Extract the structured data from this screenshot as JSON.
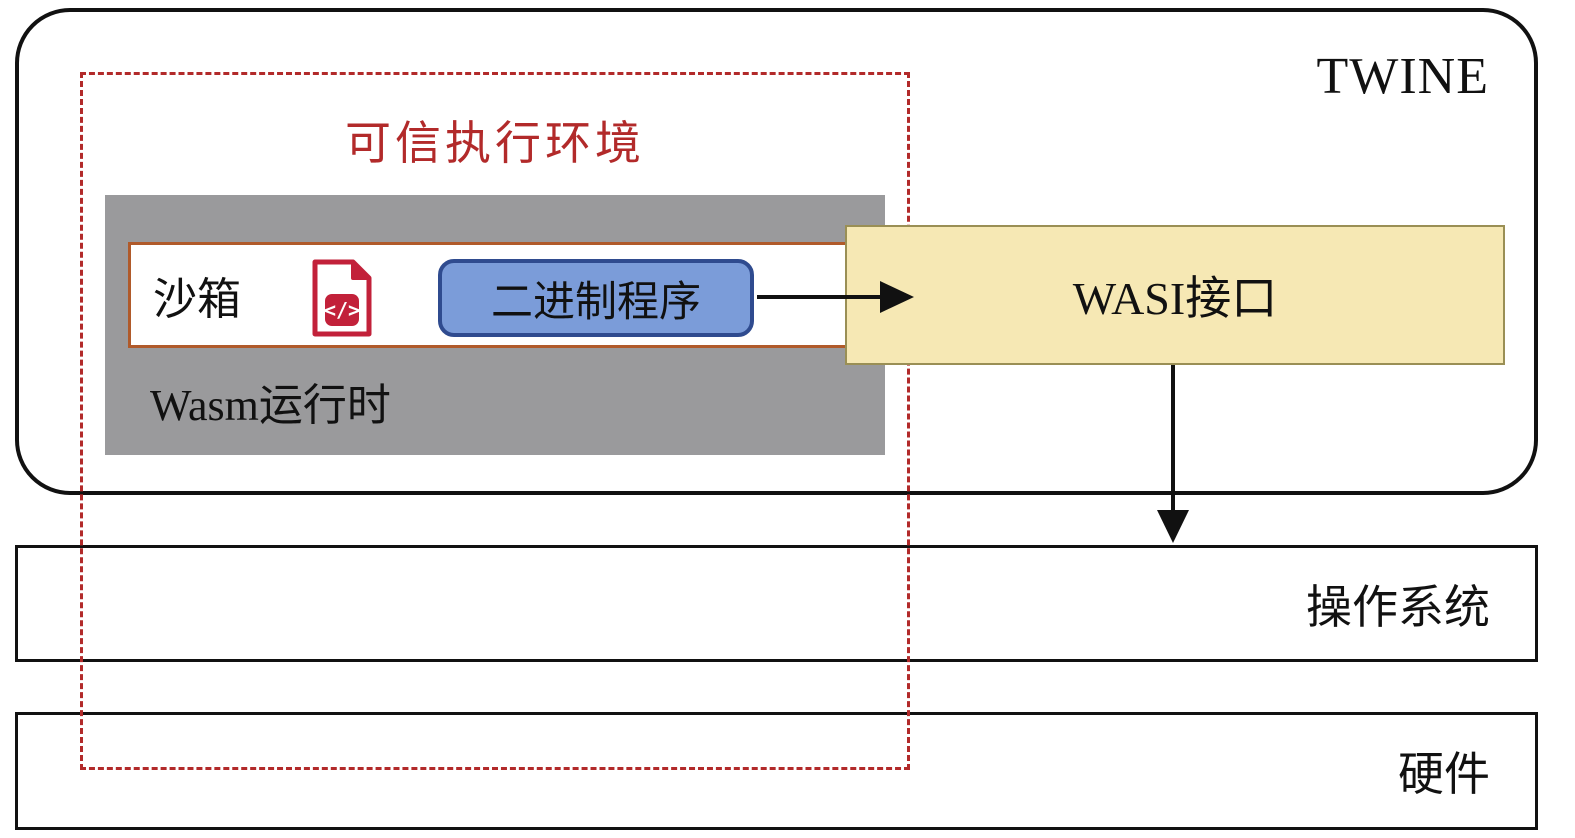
{
  "diagram": {
    "title": "TWINE",
    "tee_label": "可信执行环境",
    "wasm_runtime_label": "Wasm运行时",
    "sandbox_label": "沙箱",
    "binary_label": "二进制程序",
    "wasi_label": "WASI接口",
    "os_label": "操作系统",
    "hardware_label": "硬件",
    "icons": {
      "file_icon": "wasm-binary-file-icon",
      "file_icon_glyph": "</>"
    },
    "colors": {
      "tee_dashed": "#b22a2a",
      "runtime_gray": "#9a9a9c",
      "sandbox_border": "#b05a2a",
      "binary_fill": "#7b9cd9",
      "binary_border": "#2f4b8f",
      "wasi_fill": "#f6e8b4",
      "wasi_border": "#9a8f55",
      "arrow": "#111111",
      "file_icon_red": "#c2213a"
    }
  }
}
